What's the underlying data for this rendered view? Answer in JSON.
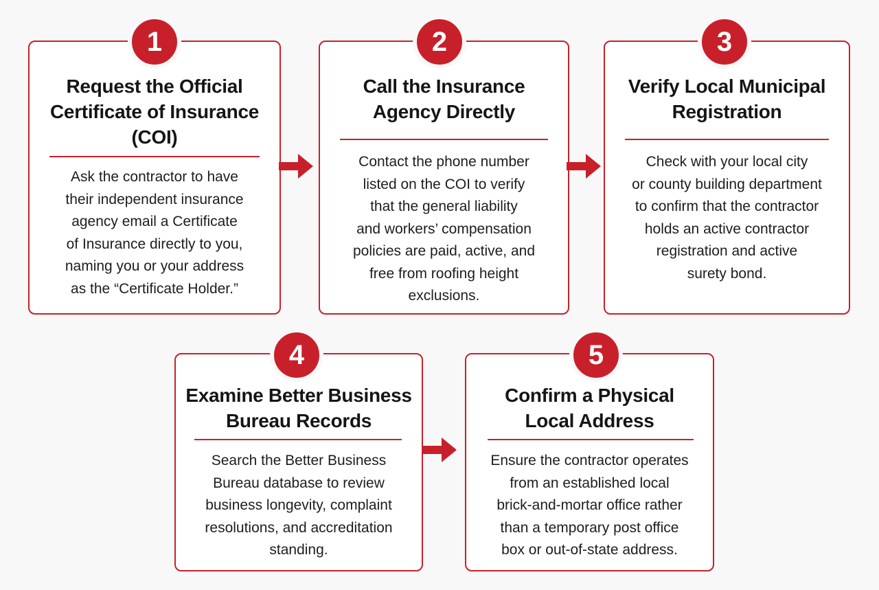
{
  "colors": {
    "accent": "#c8202a",
    "background": "#f8f8f8",
    "card": "#ffffff",
    "text": "#151515"
  },
  "steps": [
    {
      "number": "1",
      "title": "Request the Official\nCertificate of Insurance\n(COI)",
      "body": "Ask the contractor to have\ntheir independent insurance\nagency email a Certificate\nof Insurance directly to you,\nnaming you or your address\nas the “Certificate Holder.”"
    },
    {
      "number": "2",
      "title": "Call the Insurance\nAgency Directly",
      "body": "Contact the phone number\nlisted on the COI to verify\nthat the general liability\nand workers’ compensation\npolicies are paid, active, and\nfree from roofing height\nexclusions."
    },
    {
      "number": "3",
      "title": "Verify Local Municipal\nRegistration",
      "body": "Check with your local city\nor county building department\nto confirm that the contractor\nholds an active contractor\nregistration and active\nsurety bond."
    },
    {
      "number": "4",
      "title": "Examine Better Business\nBureau Records",
      "body": "Search the Better Business\nBureau database to review\nbusiness longevity, complaint\nresolutions, and accreditation\nstanding."
    },
    {
      "number": "5",
      "title": "Confirm a Physical\nLocal Address",
      "body": "Ensure the contractor operates\nfrom an established local\nbrick-and-mortar office rather\nthan a temporary post office\nbox or out-of-state address."
    }
  ]
}
